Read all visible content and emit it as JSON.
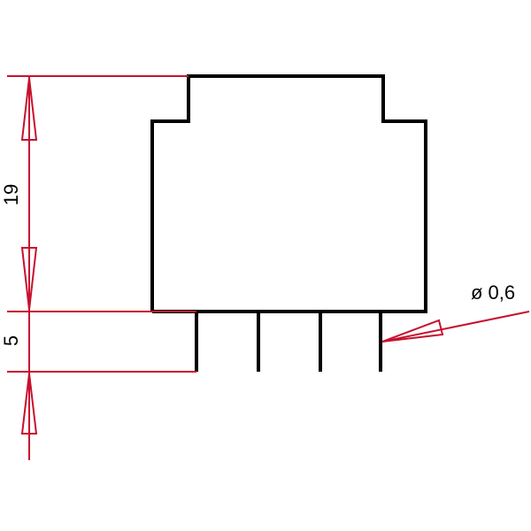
{
  "colors": {
    "outline": "#000000",
    "dimension": "#c8102e",
    "background": "#ffffff"
  },
  "dimensions": {
    "body_height": "19",
    "pin_length": "5",
    "pin_diameter": "ø 0,6"
  },
  "pins": {
    "count": 4
  }
}
